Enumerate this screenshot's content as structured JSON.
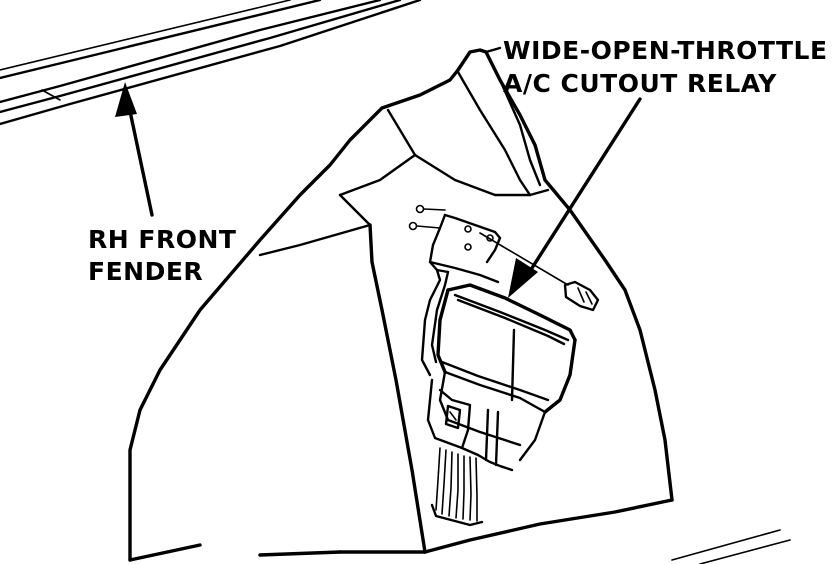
{
  "labels": {
    "fender_line1": "RH FRONT",
    "fender_line2": "FENDER",
    "relay_line1": "WIDE-OPEN-THROTTLE",
    "relay_line2": "A/C CUTOUT RELAY"
  }
}
